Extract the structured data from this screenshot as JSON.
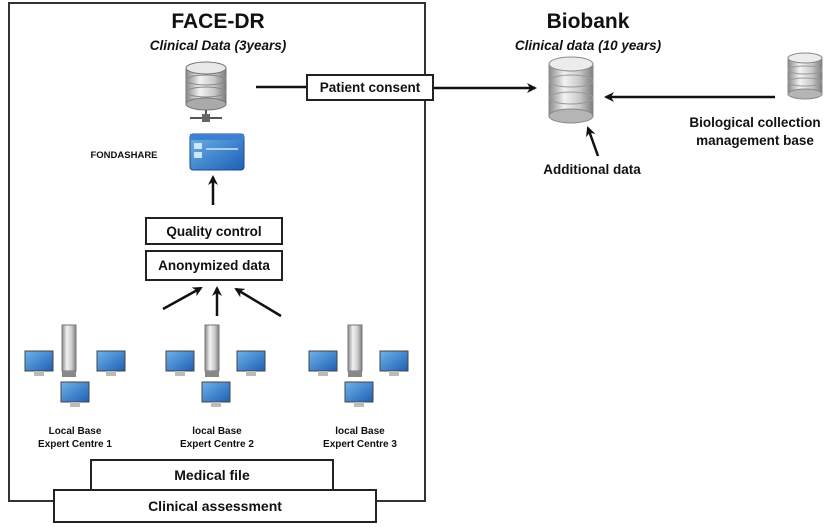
{
  "face_dr": {
    "title": "FACE-DR",
    "subtitle": "Clinical Data (3years)",
    "fondashare_label": "FONDASHARE",
    "quality_control": "Quality control",
    "anonymized_data": "Anonymized data",
    "centres": [
      {
        "line1": "Local Base",
        "line2": "Expert Centre 1"
      },
      {
        "line1": "local Base",
        "line2": "Expert Centre 2"
      },
      {
        "line1": "local Base",
        "line2": "Expert Centre 3"
      }
    ],
    "medical_file": "Medical file",
    "clinical_assessment": "Clinical assessment"
  },
  "biobank": {
    "title": "Biobank",
    "subtitle": "Clinical data (10 years)",
    "additional_data": "Additional data",
    "bio_collection_line1": "Biological collection",
    "bio_collection_line2": "management base"
  },
  "patient_consent": "Patient consent",
  "icons": [
    "database-server-icon",
    "folder-window-icon",
    "database-icon",
    "server-tower-icon",
    "monitor-icon"
  ]
}
